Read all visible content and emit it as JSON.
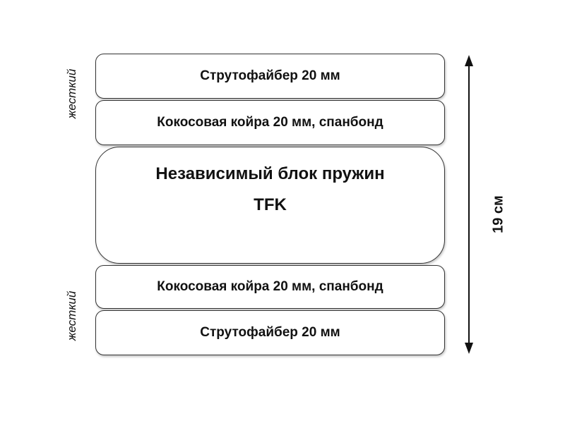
{
  "layers": [
    {
      "label": "Струтофайбер 20 мм"
    },
    {
      "label": "Кокосовая койра 20 мм, спанбонд"
    },
    {
      "label_line1": "Независимый блок пружин",
      "label_line2": "TFK"
    },
    {
      "label": "Кокосовая койра 20 мм, спанбонд"
    },
    {
      "label": "Струтофайбер 20 мм"
    }
  ],
  "side_labels": {
    "top": "жесткий",
    "bottom": "жесткий"
  },
  "height_label": "19 см"
}
